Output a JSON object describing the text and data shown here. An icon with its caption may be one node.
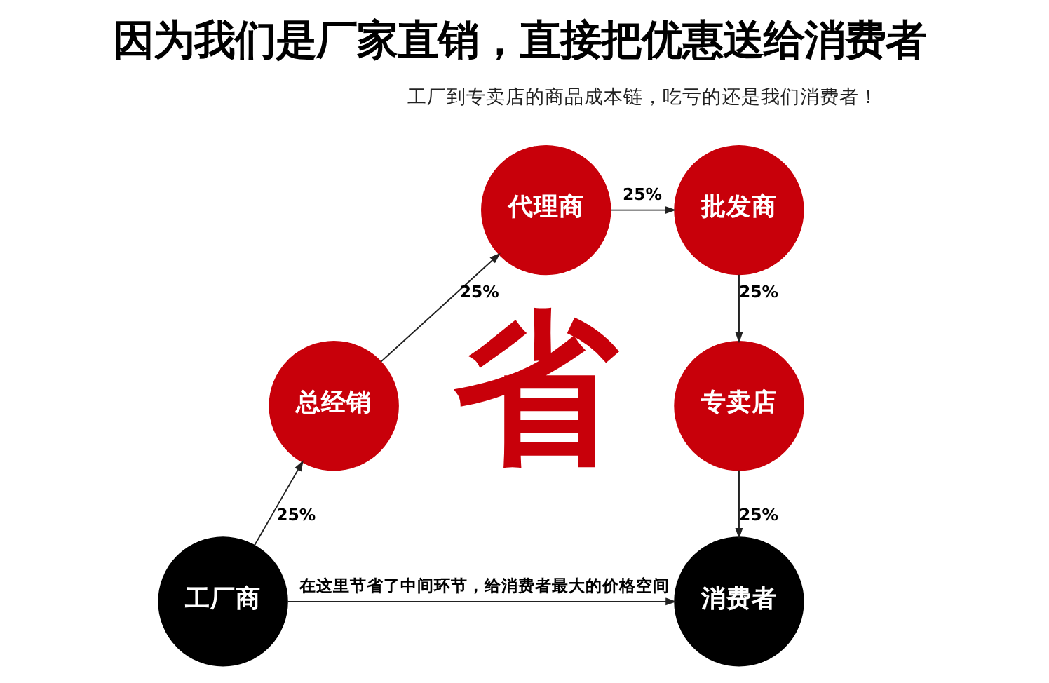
{
  "diagram": {
    "title": "因为我们是厂家直销，直接把优惠送给消费者",
    "nodes": [
      {
        "text": [
          "工厂商"
        ]
      },
      {
        "text": [
          "总经销"
        ]
      },
      {
        "text": [
          "代理商"
        ]
      },
      {
        "text": [
          "批发商"
        ]
      },
      {
        "text": [
          "专卖店"
        ]
      },
      {
        "text": [
          "消费者"
        ]
      }
    ],
    "edges": [
      {
        "from": 0,
        "to": 1,
        "arrow": "to",
        "label": "25%"
      },
      {
        "from": 1,
        "to": 2,
        "arrow": "to",
        "label": "25%"
      },
      {
        "from": 2,
        "to": 3,
        "arrow": "to",
        "label": "25%"
      },
      {
        "from": 3,
        "to": 4,
        "arrow": "to",
        "label": "25%"
      },
      {
        "from": 4,
        "to": 5,
        "arrow": "to",
        "label": "25%"
      },
      {
        "from": 0,
        "to": 5,
        "arrow": "to",
        "label": "在这里节省了中间环节，给消费者最大的价格空间"
      }
    ],
    "labels": [
      "工厂到专卖店的商品成本链，吃亏的还是我们消费者！",
      "省"
    ]
  }
}
